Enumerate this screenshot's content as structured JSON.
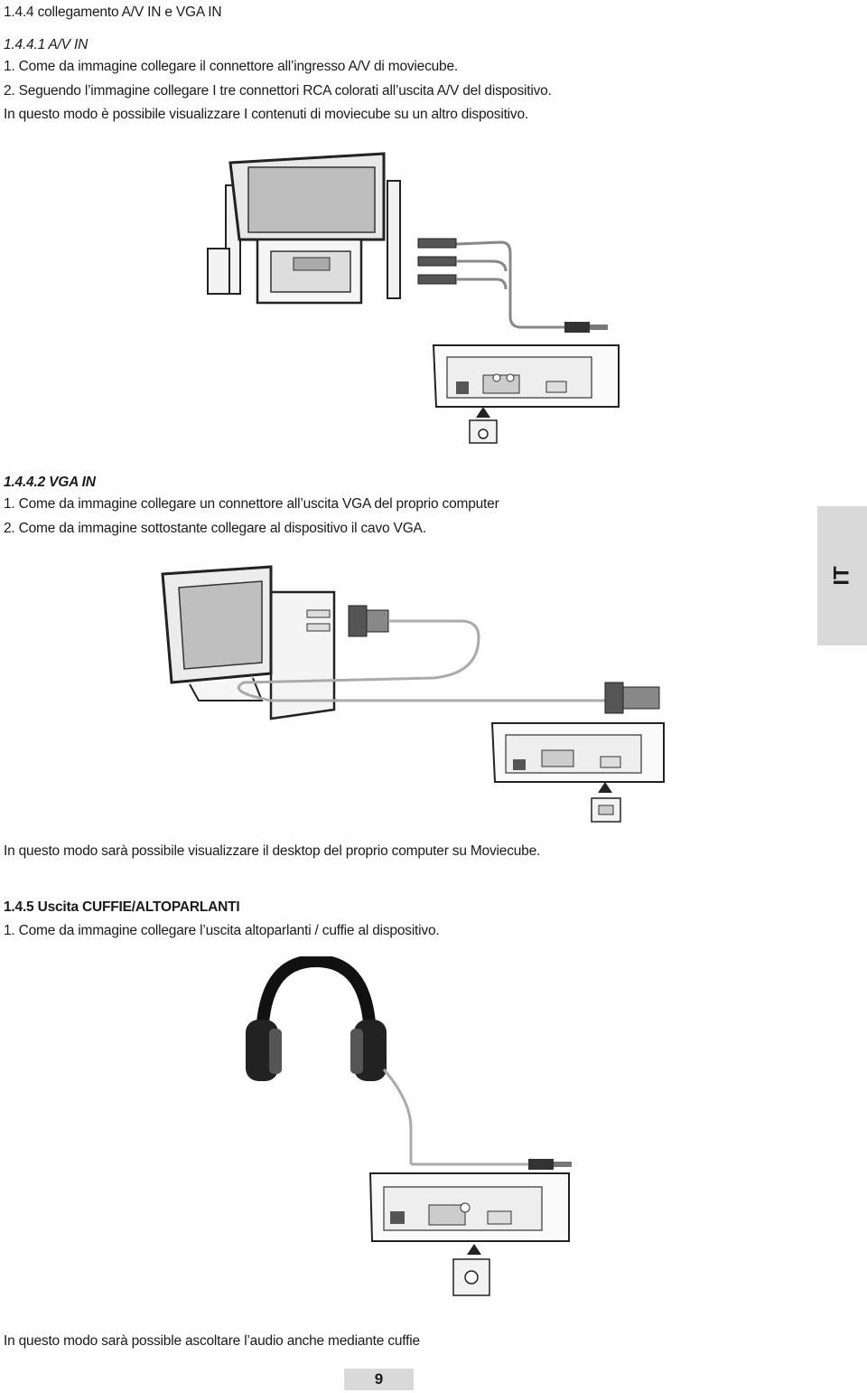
{
  "section_av_vga": {
    "heading": "1.4.4 collegamento A/V IN e VGA IN",
    "av_in": {
      "subheading": "1.4.4.1 A/V IN",
      "steps": [
        "1. Come da immagine collegare il connettore all’ingresso A/V di moviecube.",
        "2. Seguendo l’immagine collegare I tre connettori RCA colorati all’uscita A/V del dispositivo.",
        "In questo modo è possibile visualizzare I contenuti di moviecube su un altro dispositivo."
      ]
    },
    "vga_in": {
      "subheading": "1.4.4.2 VGA IN",
      "steps": [
        "1. Come da immagine collegare un connettore all’uscita VGA del proprio computer",
        "2. Come da immagine sottostante collegare al dispositivo il cavo VGA."
      ],
      "note": "In questo modo sarà possibile visualizzare il desktop del proprio computer su Moviecube."
    }
  },
  "section_headphones": {
    "heading": "1.4.5 Uscita CUFFIE/ALTOPARLANTI",
    "steps": [
      "1. Come da immagine collegare l’uscita altoparlanti / cuffie al dispositivo."
    ],
    "note": "In questo modo sarà possible ascoltare l’audio anche mediante cuffie"
  },
  "language_tab": "IT",
  "page_number": "9",
  "figures": {
    "tv_icon": "tv-with-speakers-icon",
    "computer_icon": "desktop-computer-icon",
    "headphones_icon": "headphones-icon",
    "device_icon": "moviecube-device-icon"
  }
}
